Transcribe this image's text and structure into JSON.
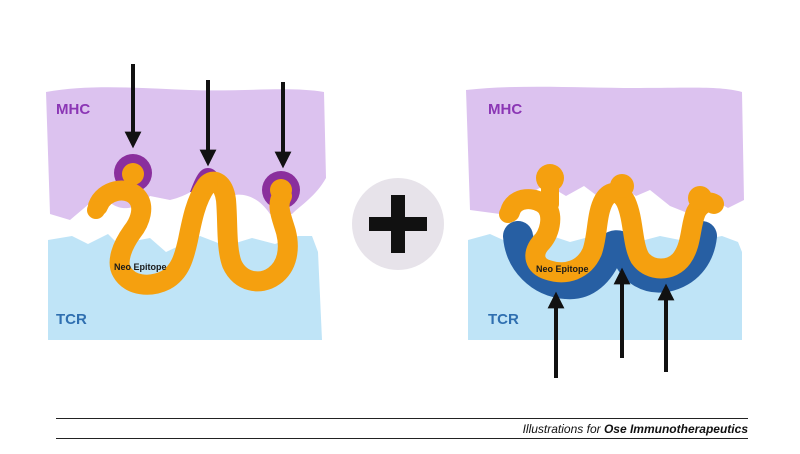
{
  "diagram": {
    "left_panel": {
      "mhc_label": "MHC",
      "tcr_label": "TCR",
      "epitope_label": "Neo Epitope"
    },
    "right_panel": {
      "mhc_label": "MHC",
      "tcr_label": "TCR",
      "epitope_label": "Neo Epitope"
    },
    "combine_symbol": "plus-icon",
    "caption": {
      "prefix": "Illustrations for ",
      "brand": "Ose Immunotherapeutics"
    }
  },
  "colors": {
    "mhc": "#dcc2ef",
    "mhc_text": "#8b36b5",
    "tcr": "#bfe4f7",
    "tcr_text": "#2f6fb0",
    "epitope": "#f5a00f",
    "mhc_contact": "#8a2f9d",
    "tcr_contact": "#275fa3",
    "plus_circle": "#e7e3ea",
    "arrow": "#111111"
  }
}
